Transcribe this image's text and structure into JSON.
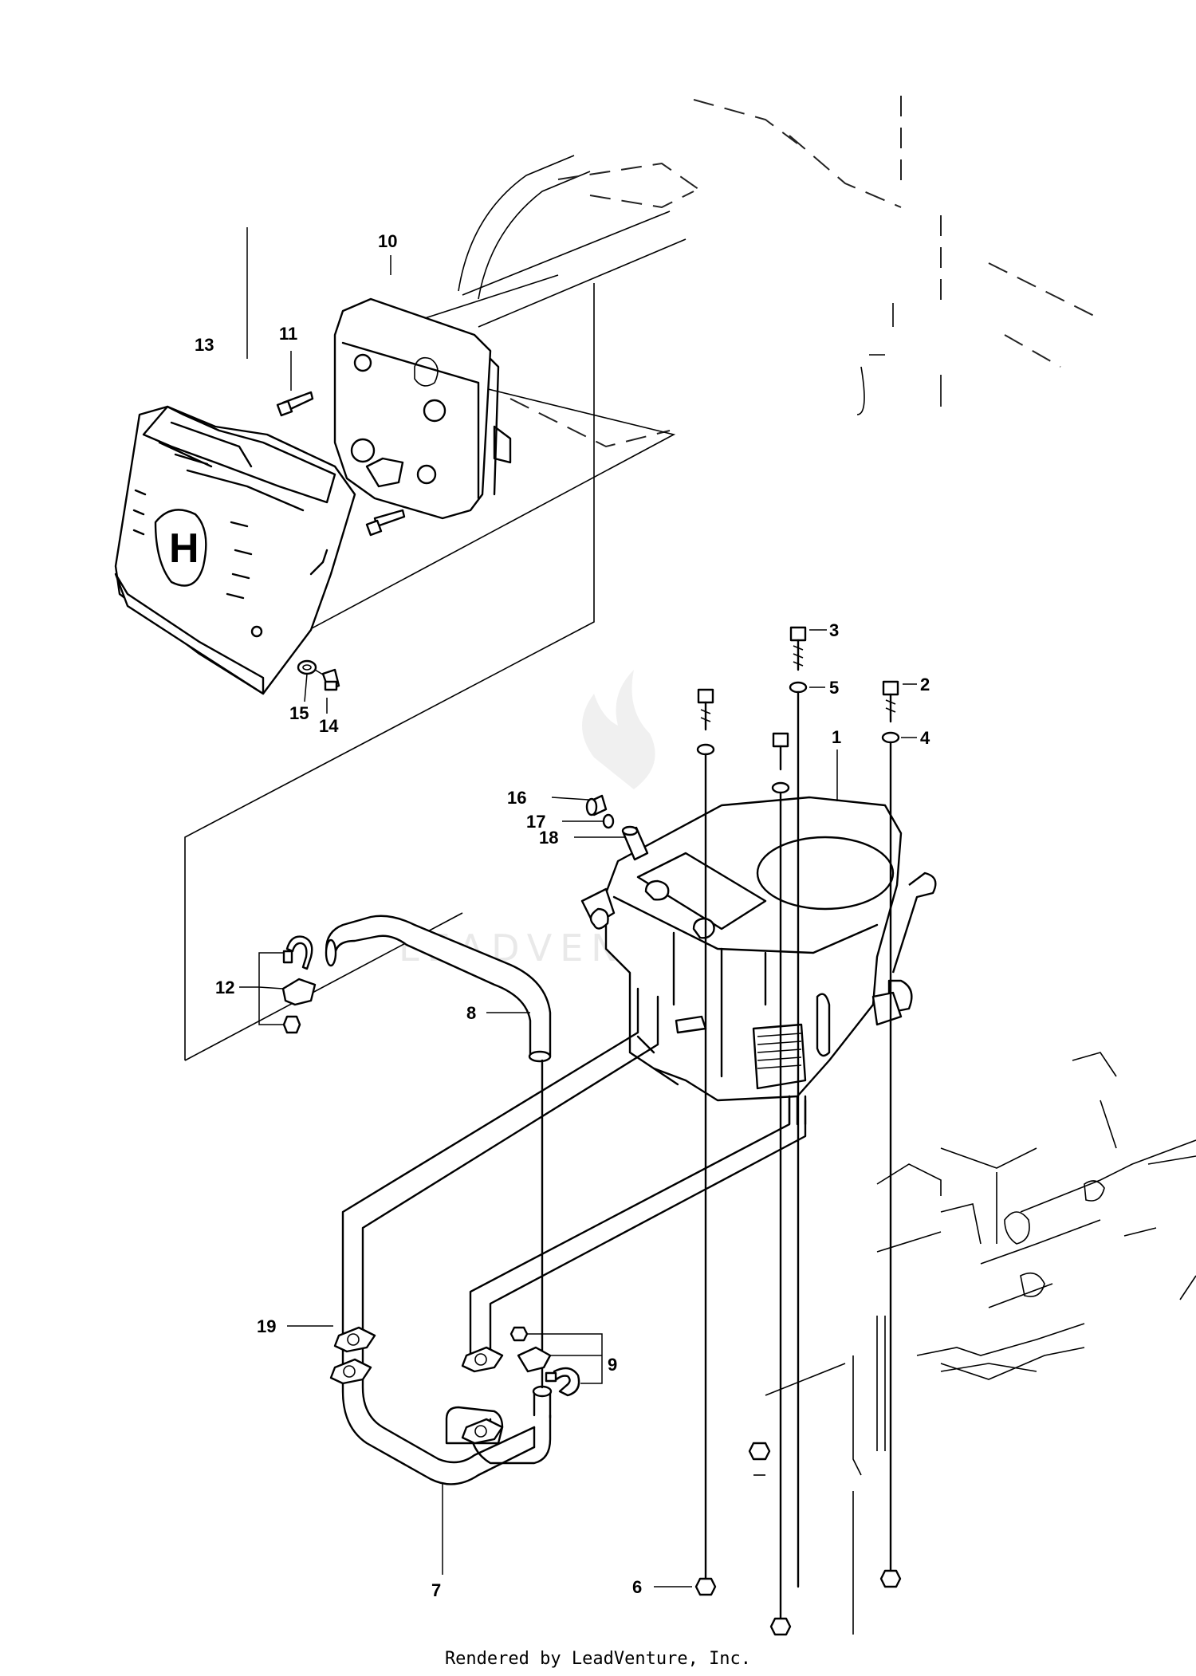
{
  "diagram": {
    "callouts": [
      {
        "id": "c1",
        "label": "1"
      },
      {
        "id": "c2",
        "label": "2"
      },
      {
        "id": "c3",
        "label": "3"
      },
      {
        "id": "c4",
        "label": "4"
      },
      {
        "id": "c5",
        "label": "5"
      },
      {
        "id": "c6",
        "label": "6"
      },
      {
        "id": "c7",
        "label": "7"
      },
      {
        "id": "c8",
        "label": "8"
      },
      {
        "id": "c9",
        "label": "9"
      },
      {
        "id": "c10",
        "label": "10"
      },
      {
        "id": "c11",
        "label": "11"
      },
      {
        "id": "c12",
        "label": "12"
      },
      {
        "id": "c13",
        "label": "13"
      },
      {
        "id": "c14",
        "label": "14"
      },
      {
        "id": "c15",
        "label": "15"
      },
      {
        "id": "c16",
        "label": "16"
      },
      {
        "id": "c17",
        "label": "17"
      },
      {
        "id": "c18",
        "label": "18"
      },
      {
        "id": "c19",
        "label": "19"
      }
    ],
    "watermark": "LEADVENTURE",
    "footer": "Rendered by LeadVenture, Inc."
  }
}
